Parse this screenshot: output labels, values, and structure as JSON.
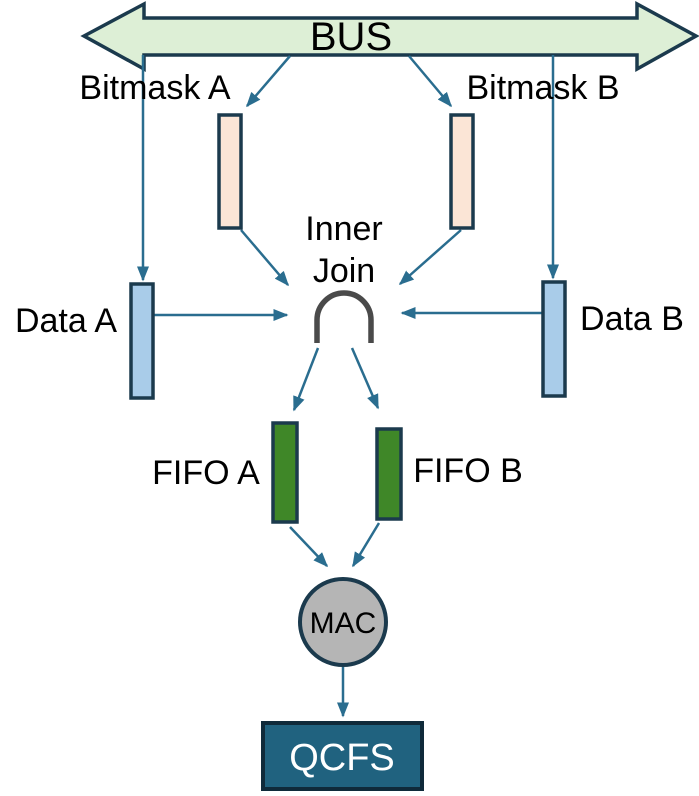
{
  "diagram": {
    "bus": {
      "label": "BUS"
    },
    "nodes": {
      "bitmask_a": "Bitmask A",
      "bitmask_b": "Bitmask B",
      "data_a": "Data A",
      "data_b": "Data B",
      "inner_join_line1": "Inner",
      "inner_join_line2": "Join",
      "fifo_a": "FIFO A",
      "fifo_b": "FIFO B",
      "mac": "MAC",
      "qcfs": "QCFS"
    },
    "colors": {
      "bus_fill": "#ddefd6",
      "outline": "#1b3a4d",
      "bitmask_fill": "#fbe5d6",
      "data_fill": "#a9cce9",
      "fifo_fill": "#3f8728",
      "mac_fill": "#b5b5b5",
      "qcfs_fill": "#20627f",
      "qcfs_outline": "#0f2a3a",
      "qcfs_text": "#ffffff",
      "arrow": "#2a6d8f",
      "join_symbol": "#4a4a4a",
      "text": "#000000"
    }
  }
}
